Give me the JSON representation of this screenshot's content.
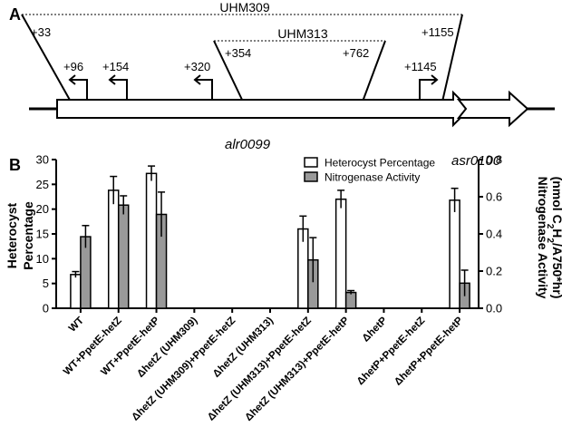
{
  "figure": {
    "panel_a": {
      "letter": "A",
      "deletion_large": "UHM309",
      "deletion_small": "UHM313",
      "positions": [
        "+33",
        "+1155",
        "+354",
        "+762",
        "+96",
        "+154",
        "+320",
        "+1145"
      ],
      "gene1": "alr0099",
      "gene2": "asr0100"
    },
    "panel_b": {
      "letter": "B",
      "left_axis_title_line1": "Heterocyst",
      "left_axis_title_line2": "Percentage",
      "right_axis_title_line1": "Nitrogenase Activity",
      "right_axis_title_line2": "(nmol C2H2/A750*hr)"
    }
  },
  "chart_data": {
    "type": "bar",
    "categories": [
      "WT",
      "WT+PpetE-hetZ",
      "WT+PpetE-hetP",
      "ΔhetZ (UHM309)",
      "ΔhetZ (UHM309)+PpetE-hetZ",
      "ΔhetZ (UHM313)",
      "ΔhetZ (UHM313)+PpetE-hetZ",
      "ΔhetZ (UHM313)+PpetE-hetP",
      "ΔhetP",
      "ΔhetP+PpetE-hetZ",
      "ΔhetP+PpetE-hetP"
    ],
    "series": [
      {
        "name": "Heterocyst Percentage",
        "axis": "left",
        "color": "#ffffff",
        "values": [
          6.8,
          23.8,
          27.2,
          0,
          0,
          0,
          16.0,
          22.0,
          0,
          0,
          21.8
        ],
        "errors": [
          0.6,
          2.8,
          1.5,
          0,
          0,
          0,
          2.6,
          1.8,
          0,
          0,
          2.4
        ]
      },
      {
        "name": "Nitrogenase Activity",
        "axis": "right",
        "color": "#999999",
        "values": [
          0.385,
          0.555,
          0.505,
          0,
          0,
          0,
          0.26,
          0.085,
          0,
          0,
          0.135
        ],
        "errors": [
          0.06,
          0.05,
          0.12,
          0,
          0,
          0,
          0.12,
          0.01,
          0,
          0,
          0.07
        ]
      }
    ],
    "ylim_left": [
      0,
      30
    ],
    "yticks_left": [
      0,
      5,
      10,
      15,
      20,
      25,
      30
    ],
    "ylim_right": [
      0,
      0.8
    ],
    "yticks_right": [
      0.0,
      0.2,
      0.4,
      0.6,
      0.8
    ],
    "legend_position": "top-right",
    "grid": false
  }
}
